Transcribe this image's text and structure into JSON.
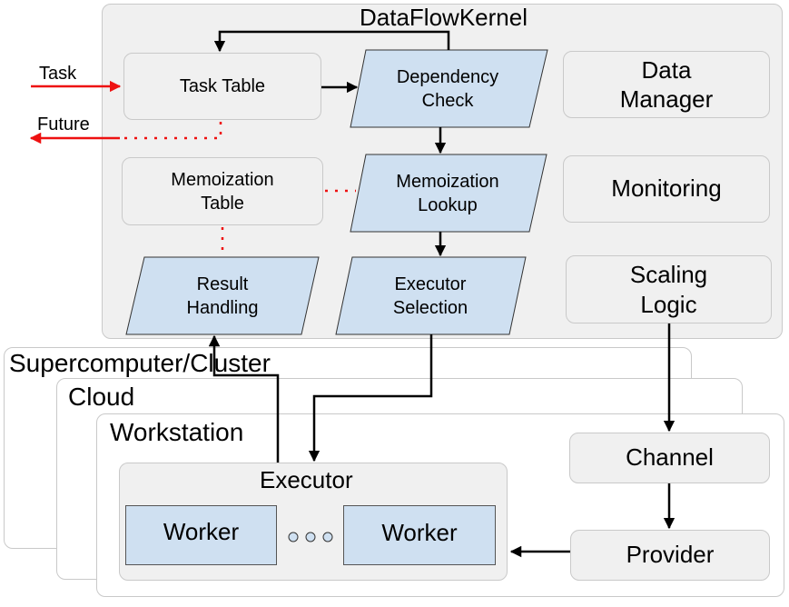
{
  "kernel": {
    "title": "DataFlowKernel",
    "task_table": "Task Table",
    "dependency_check": "Dependency\nCheck",
    "data_manager": "Data\nManager",
    "memoization_table": "Memoization\nTable",
    "memoization_lookup": "Memoization\nLookup",
    "monitoring": "Monitoring",
    "result_handling": "Result\nHandling",
    "executor_selection": "Executor\nSelection",
    "scaling_logic": "Scaling\nLogic"
  },
  "io": {
    "task": "Task",
    "future": "Future"
  },
  "resources": {
    "supercomputer": "Supercomputer/Cluster",
    "cloud": "Cloud",
    "workstation": "Workstation",
    "executor": "Executor",
    "worker_left": "Worker",
    "worker_right": "Worker",
    "channel": "Channel",
    "provider": "Provider"
  },
  "colors": {
    "arrow_red": "#ee1111",
    "arrow_black": "#000000",
    "box_fill": "#f0f0f0",
    "box_border": "#c9c9c9",
    "process_fill": "#cfe0f1"
  }
}
